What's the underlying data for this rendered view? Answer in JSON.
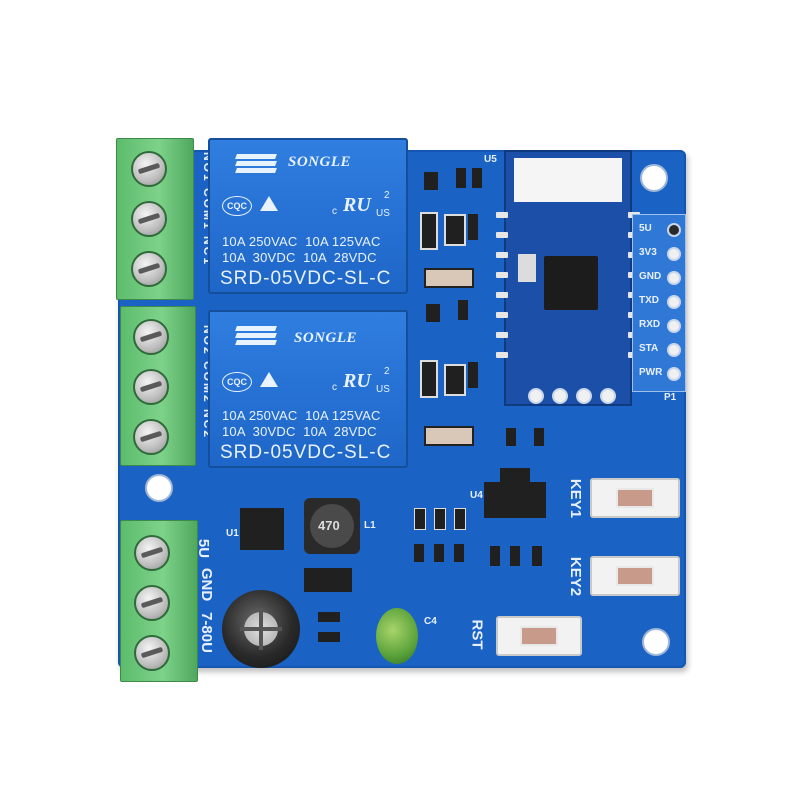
{
  "relays": [
    {
      "brand": "SONGLE",
      "spec_row1": "10A 250VAC  10A 125VAC",
      "spec_row2": "10A  30VDC  10A  28VDC",
      "model": "SRD-05VDC-SL-C",
      "cqc": "CQC",
      "ul_mark": "RU",
      "ul_c": "c",
      "ul_us": "US",
      "ul_2": "2"
    },
    {
      "brand": "SONGLE",
      "spec_row1": "10A 250VAC  10A 125VAC",
      "spec_row2": "10A  30VDC  10A  28VDC",
      "model": "SRD-05VDC-SL-C",
      "cqc": "CQC",
      "ul_mark": "RU",
      "ul_c": "c",
      "ul_us": "US",
      "ul_2": "2"
    }
  ],
  "silkscreen": {
    "relay1_terminals": "NO1 COM1 NC1",
    "relay2_terminals": "NO2 COM2 NC2",
    "power_5v": "5U",
    "power_gnd": "GND",
    "power_in": "7-80U",
    "header_pins": [
      "5U",
      "3V3",
      "GND",
      "TXD",
      "RXD",
      "STA",
      "PWR"
    ],
    "header_label": "P1",
    "key1": "KEY1",
    "key2": "KEY2",
    "rst": "RST",
    "inductor": "470",
    "u1": "U1",
    "l1": "L1",
    "c4": "C4",
    "u4": "U4",
    "u5": "U5"
  }
}
